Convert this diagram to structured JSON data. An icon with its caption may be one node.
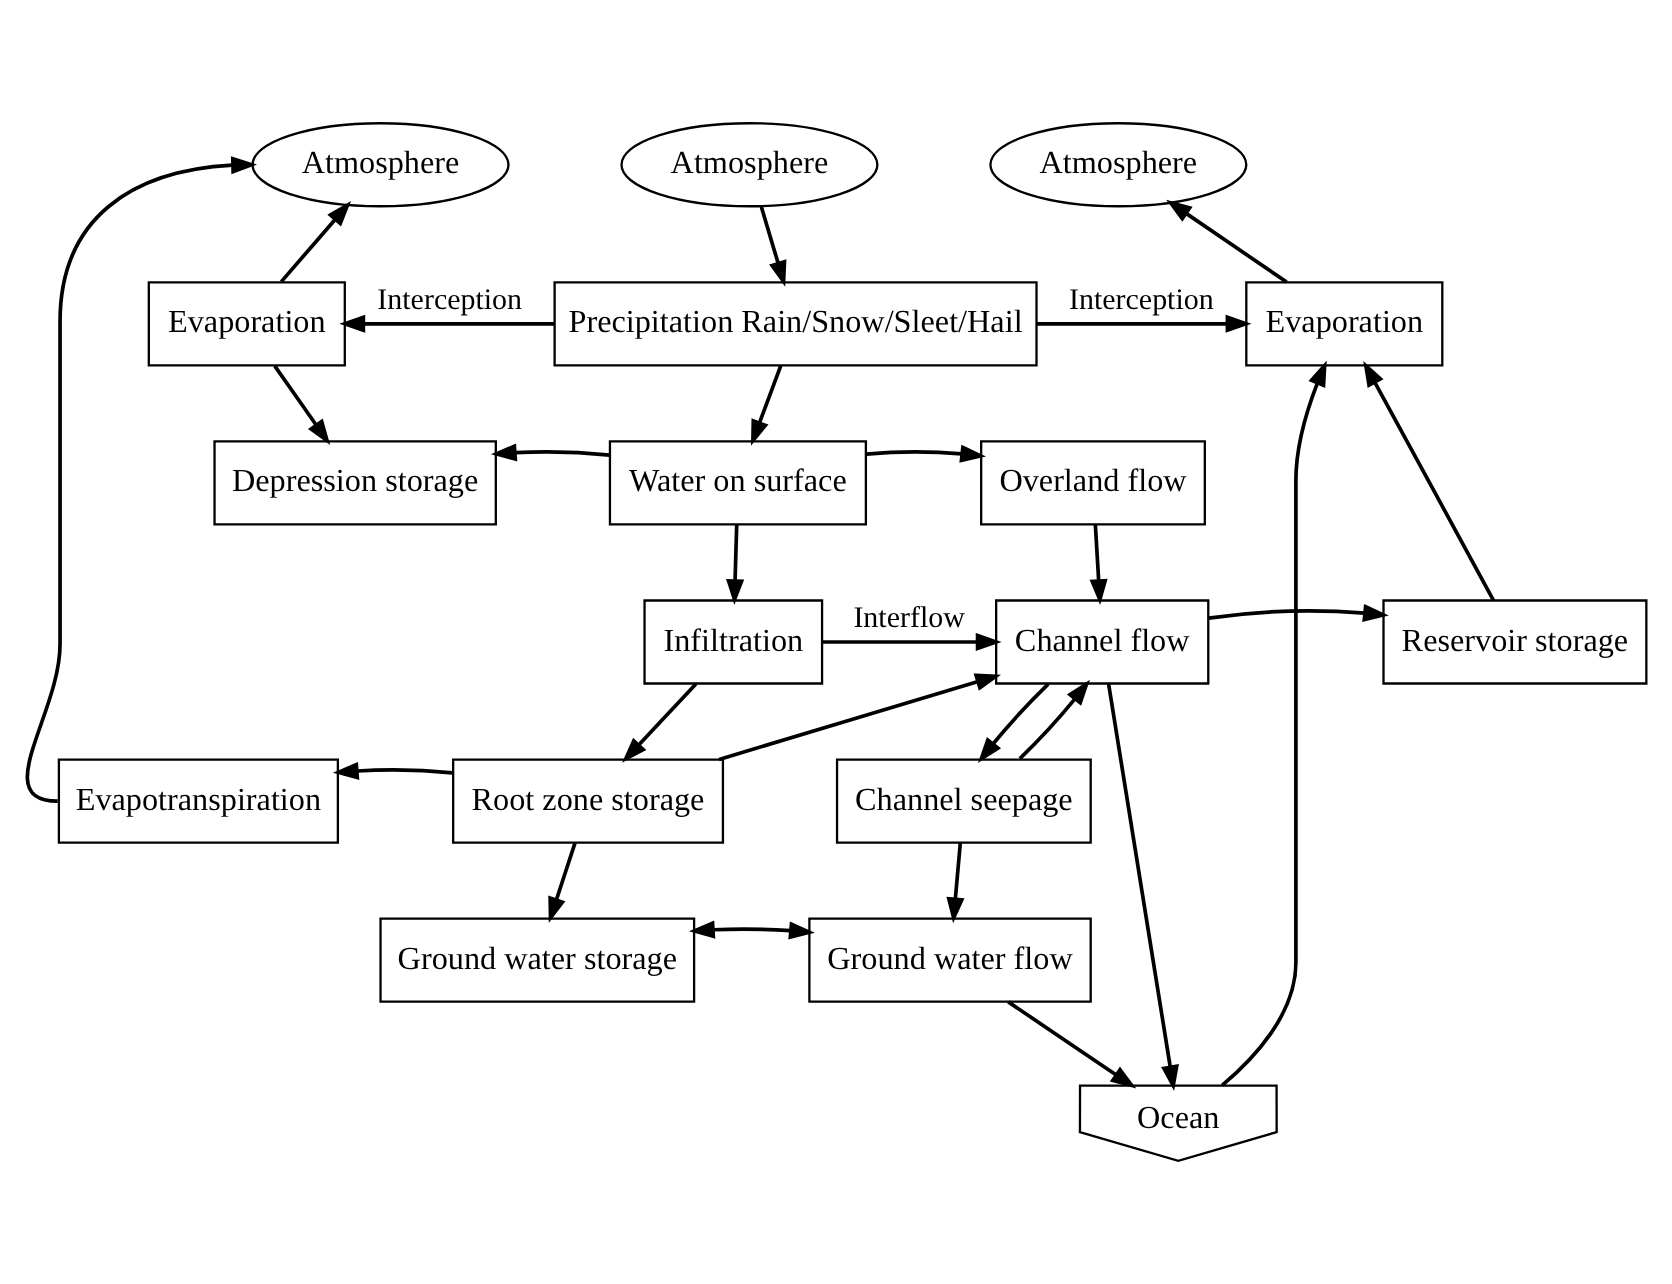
{
  "diagram": {
    "nodes": [
      {
        "text": [
          "Atmosphere"
        ]
      },
      {
        "text": [
          "Atmosphere"
        ]
      },
      {
        "text": [
          "Atmosphere"
        ]
      },
      {
        "text": [
          "Evaporation"
        ]
      },
      {
        "text": [
          "Precipitation Rain/Snow/Sleet/Hail"
        ]
      },
      {
        "text": [
          "Evaporation"
        ]
      },
      {
        "text": [
          "Depression storage"
        ]
      },
      {
        "text": [
          "Water on surface"
        ]
      },
      {
        "text": [
          "Overland flow"
        ]
      },
      {
        "text": [
          "Infiltration"
        ]
      },
      {
        "text": [
          "Channel flow"
        ]
      },
      {
        "text": [
          "Reservoir storage"
        ]
      },
      {
        "text": [
          "Evapotranspiration"
        ]
      },
      {
        "text": [
          "Root zone storage"
        ]
      },
      {
        "text": [
          "Channel seepage"
        ]
      },
      {
        "text": [
          "Ground water storage"
        ]
      },
      {
        "text": [
          "Ground water flow"
        ]
      },
      {
        "text": [
          "Ocean"
        ]
      }
    ],
    "edges": [
      {
        "from": 1,
        "to": 4,
        "arrow": "to"
      },
      {
        "from": 4,
        "to": 3,
        "arrow": "to",
        "label": "Interception"
      },
      {
        "from": 4,
        "to": 5,
        "arrow": "to",
        "label": "Interception"
      },
      {
        "from": 3,
        "to": 0,
        "arrow": "to"
      },
      {
        "from": 5,
        "to": 2,
        "arrow": "to"
      },
      {
        "from": 4,
        "to": 7,
        "arrow": "to"
      },
      {
        "from": 3,
        "to": 6,
        "arrow": "to"
      },
      {
        "from": 7,
        "to": 6,
        "arrow": "to"
      },
      {
        "from": 7,
        "to": 8,
        "arrow": "to"
      },
      {
        "from": 7,
        "to": 9,
        "arrow": "to"
      },
      {
        "from": 8,
        "to": 10,
        "arrow": "to"
      },
      {
        "from": 9,
        "to": 10,
        "arrow": "to",
        "label": "Interflow"
      },
      {
        "from": 10,
        "to": 11,
        "arrow": "to"
      },
      {
        "from": 11,
        "to": 5,
        "arrow": "to"
      },
      {
        "from": 9,
        "to": 13,
        "arrow": "to"
      },
      {
        "from": 13,
        "to": 10,
        "arrow": "to"
      },
      {
        "from": 14,
        "to": 10,
        "arrow": "to"
      },
      {
        "from": 10,
        "to": 14,
        "arrow": "to"
      },
      {
        "from": 10,
        "to": 17,
        "arrow": "to"
      },
      {
        "from": 13,
        "to": 12,
        "arrow": "to"
      },
      {
        "from": 12,
        "to": 0,
        "arrow": "to"
      },
      {
        "from": 13,
        "to": 15,
        "arrow": "to"
      },
      {
        "from": 15,
        "to": 16,
        "arrow": "both"
      },
      {
        "from": 14,
        "to": 16,
        "arrow": "to"
      },
      {
        "from": 16,
        "to": 17,
        "arrow": "to"
      },
      {
        "from": 17,
        "to": 5,
        "arrow": "to"
      }
    ]
  }
}
